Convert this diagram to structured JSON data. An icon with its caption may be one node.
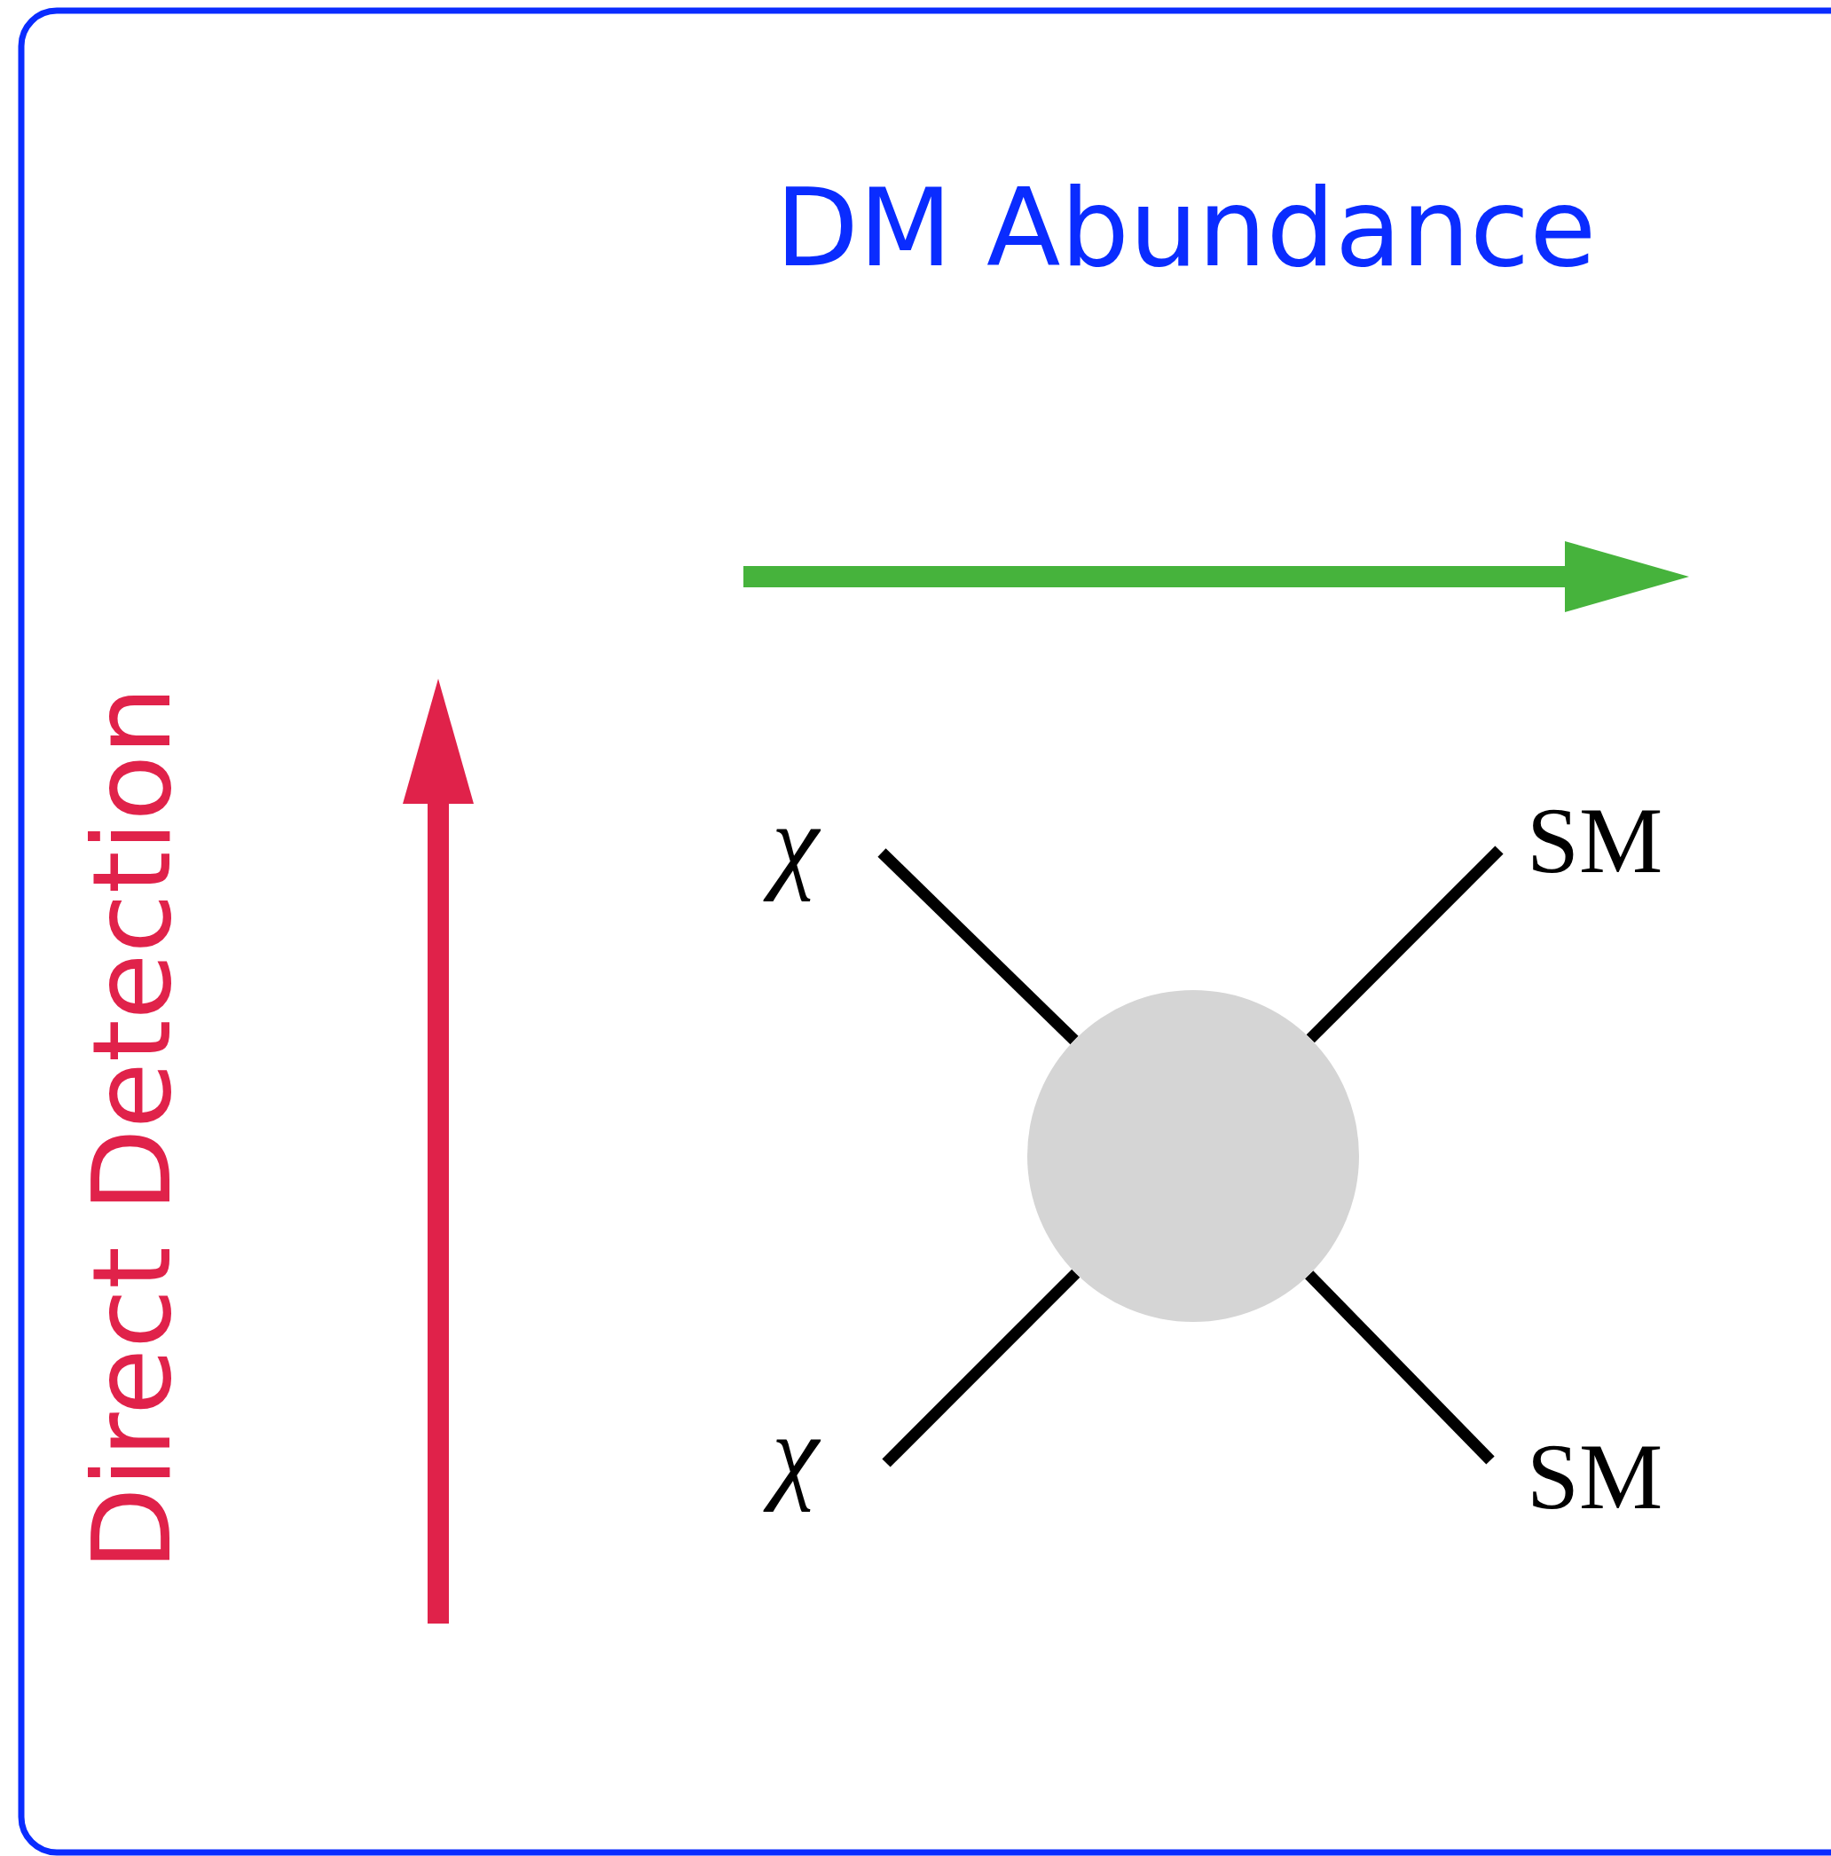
{
  "diagram": {
    "nodes": [
      {
        "text": [
          "χ"
        ]
      },
      {
        "text": [
          "SM"
        ]
      },
      {
        "text": [],
        "shape": "circle"
      },
      {
        "text": [
          "χ"
        ]
      },
      {
        "text": [
          "SM"
        ]
      }
    ],
    "edges": [
      {
        "from": 0,
        "to": 2,
        "arrow": "none"
      },
      {
        "from": 1,
        "to": 2,
        "arrow": "none"
      },
      {
        "from": 3,
        "to": 2,
        "arrow": "none"
      },
      {
        "from": 4,
        "to": 2,
        "arrow": "none"
      }
    ],
    "labels": [
      "DM Abundance",
      "Direct Detection"
    ]
  }
}
